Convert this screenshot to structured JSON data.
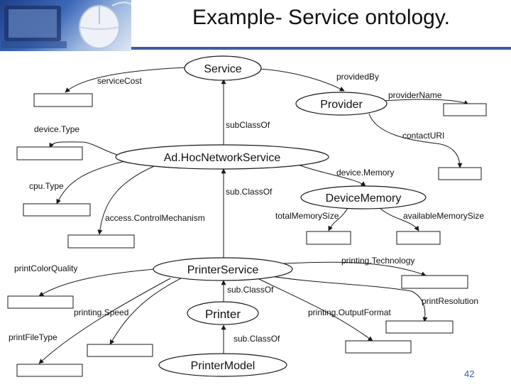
{
  "slide": {
    "title": "Example- Service ontology.",
    "page_number": "42"
  },
  "diagram": {
    "classes": {
      "service": "Service",
      "provider": "Provider",
      "adhoc": "Ad.HocNetworkService",
      "devicememory": "DeviceMemory",
      "printerservice": "PrinterService",
      "printer": "Printer",
      "printermodel": "PrinterModel"
    },
    "relations": {
      "servicecost": "serviceCost",
      "providedby": "providedBy",
      "providername": "providerName",
      "contacturi": "contactURI",
      "subclassof_adhoc": "subClassOf",
      "devicetype": "device.Type",
      "devicememory": "device.Memory",
      "cputype": "cpu.Type",
      "subclassof_printerservice": "sub.ClassOf",
      "accesscontrol": "access.ControlMechanism",
      "totalmemory": "totalMemorySize",
      "availablememory": "availableMemorySize",
      "printingtechnology": "printing.Technology",
      "printcolorquality": "printColorQuality",
      "subclassof_printer": "sub.ClassOf",
      "printresolution": "printResolution",
      "printingspeed": "printing.Speed",
      "printingoutputformat": "printing.OutputFormat",
      "printfiletype": "printFileType",
      "subclassof_printermodel": "sub.ClassOf"
    },
    "colors": {
      "line": "#1a1a1a",
      "node_fill": "#ffffff",
      "accent": "#3f5da8"
    }
  }
}
